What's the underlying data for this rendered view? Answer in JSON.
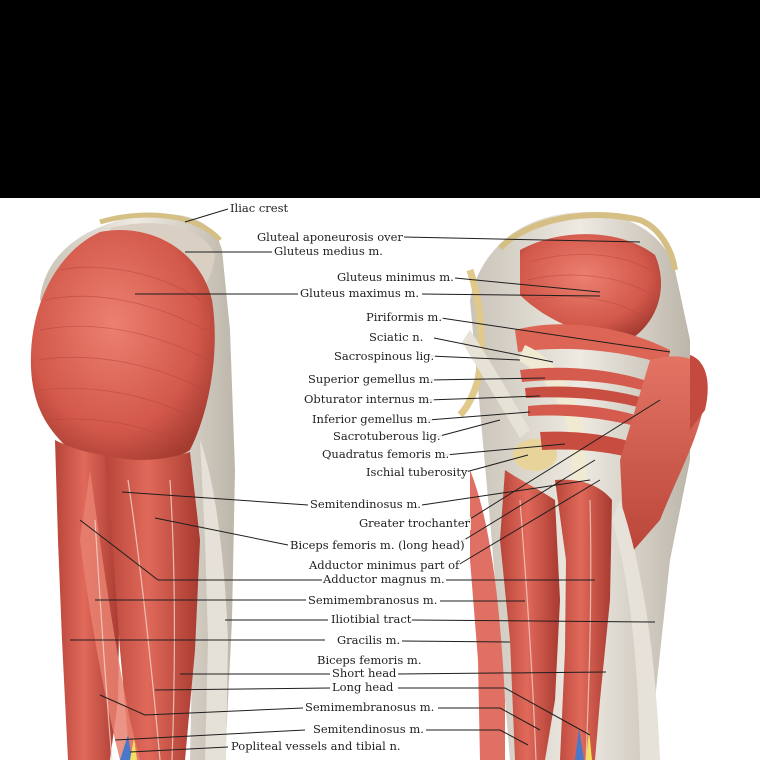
{
  "labels": {
    "iliac_crest": "Iliac crest",
    "gluteal_aponeurosis": "Gluteal aponeurosis over",
    "gluteus_medius": "Gluteus medius m.",
    "gluteus_minimus": "Gluteus minimus m.",
    "gluteus_maximus": "Gluteus maximus m.",
    "piriformis": "Piriformis m.",
    "sciatic": "Sciatic n.",
    "sacrospinous": "Sacrospinous lig.",
    "superior_gemellus": "Superior gemellus m.",
    "obturator_internus": "Obturator internus m.",
    "inferior_gemellus": "Inferior gemellus m.",
    "sacrotuberous": "Sacrotuberous lig.",
    "quadratus_femoris": "Quadratus femoris m.",
    "ischial_tuberosity": "Ischial tuberosity",
    "semitendinosus_1": "Semitendinosus m.",
    "greater_trochanter": "Greater trochanter",
    "biceps_long_head_1": "Biceps femoris m. (long head)",
    "adductor_minimus": "Adductor minimus part of",
    "adductor_magnus": "Adductor magnus m.",
    "semimembranosus_1": "Semimembranosus m.",
    "iliotibial_tract": "Iliotibial tract",
    "gracilis": "Gracilis m.",
    "biceps_femoris": "Biceps femoris m.",
    "short_head": "Short head",
    "long_head": "Long head",
    "semimembranosus_2": "Semimembranosus m.",
    "semitendinosus_2": "Semitendinosus m.",
    "popliteal": "Popliteal vessels and tibial n."
  },
  "colors": {
    "muscle": "#d9574a",
    "muscle_dark": "#a83a30",
    "fascia": "#d8d2c6",
    "bone": "#e8d49a",
    "nerve": "#f2e060",
    "vessel": "#4a78c8",
    "background": "#ffffff",
    "top_bar": "#000000"
  }
}
